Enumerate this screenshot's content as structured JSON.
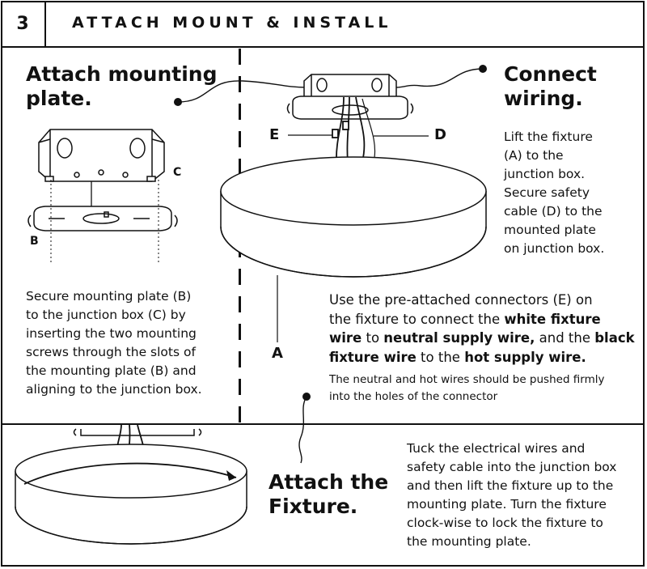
{
  "header": {
    "step": "3",
    "title": "ATTACH MOUNT & INSTALL"
  },
  "left": {
    "heading_line1": "Attach mounting",
    "heading_line2": "plate.",
    "label_c": "C",
    "label_b": "B",
    "text_lines": [
      "Secure mounting plate (B)",
      "to the junction box (C) by",
      "inserting the two mounting",
      "screws through the slots of",
      "the mounting plate (B) and",
      "aligning to the junction box."
    ]
  },
  "right": {
    "heading_line1": "Connect",
    "heading_line2": "wiring.",
    "label_e": "E",
    "label_d": "D",
    "label_a": "A",
    "side_text": [
      "Lift the fixture",
      "(A) to the",
      "junction box.",
      "Secure safety",
      "cable (D) to the",
      "mounted plate",
      "on junction box."
    ],
    "conn_1": "Use the pre-attached connectors (E) on",
    "conn_2": "the fixture to connect the ",
    "conn_2b": "white fixture",
    "conn_3b": "wire",
    "conn_3": " to ",
    "conn_3c": "neutral supply wire,",
    "conn_3d": " and the ",
    "conn_3e": "black",
    "conn_4b": "fixture wire",
    "conn_4": " to the ",
    "conn_4c": "hot supply wire.",
    "note_1": "The neutral and hot wires should be pushed firmly",
    "note_2": "into the holes of the connector"
  },
  "bottom": {
    "heading_line1": "Attach the",
    "heading_line2": "Fixture.",
    "text_lines": [
      "Tuck the electrical wires and",
      "safety cable into the junction box",
      "and then lift the fixture up to the",
      "mounting plate. Turn the fixture",
      "clock-wise to lock the fixture to",
      "the mounting plate."
    ]
  }
}
